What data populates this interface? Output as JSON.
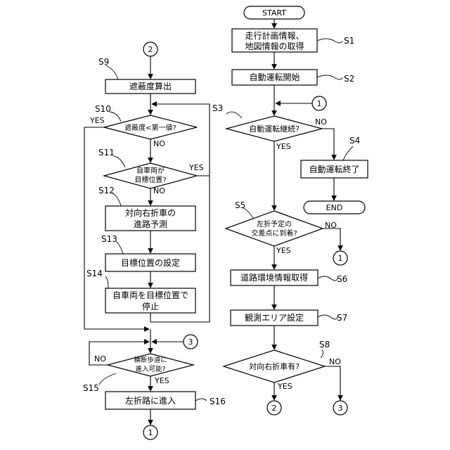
{
  "flowchart": {
    "start": "START",
    "end": "END",
    "connectors": {
      "c1": "1",
      "c2": "2",
      "c3": "3"
    },
    "right": {
      "s1_line1": "走行計画情報、",
      "s1_line2": "地図情報の取得",
      "s2": "自動運転開始",
      "s3": "自動運転継続?",
      "s4": "自動運転終了",
      "s5_line1": "左折予定の",
      "s5_line2": "交差点に到着?",
      "s6": "道路環境情報取得",
      "s7": "観測エリア設定",
      "s8": "対向右折車有?"
    },
    "left": {
      "s9": "遮蔽度算出",
      "s10": "遮蔽度<第一値?",
      "s11_line1": "自車両が",
      "s11_line2": "目標位置?",
      "s12_line1": "対向右折車の",
      "s12_line2": "進路予測",
      "s13": "目標位置の設定",
      "s14_line1": "自車両を目標位置で",
      "s14_line2": "停止",
      "s15_line1": "横断歩道に",
      "s15_line2": "進入可能?",
      "s16": "左折路に進入"
    },
    "labels": {
      "yes": "YES",
      "no": "NO"
    },
    "step_ids": {
      "s1": "S1",
      "s2": "S2",
      "s3": "S3",
      "s4": "S4",
      "s5": "S5",
      "s6": "S6",
      "s7": "S7",
      "s8": "S8",
      "s9": "S9",
      "s10": "S10",
      "s11": "S11",
      "s12": "S12",
      "s13": "S13",
      "s14": "S14",
      "s15": "S15",
      "s16": "S16"
    }
  }
}
